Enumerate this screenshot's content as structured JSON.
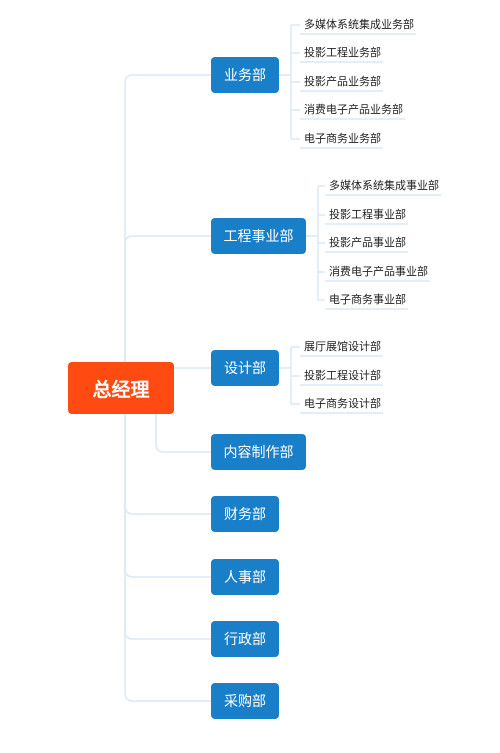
{
  "root": {
    "label": "总经理"
  },
  "departments": [
    {
      "label": "业务部",
      "children": [
        "多媒体系统集成业务部",
        "投影工程业务部",
        "投影产品业务部",
        "消费电子产品业务部",
        "电子商务业务部"
      ]
    },
    {
      "label": "工程事业部",
      "children": [
        "多媒体系统集成事业部",
        "投影工程事业部",
        "投影产品事业部",
        "消费电子产品事业部",
        "电子商务事业部"
      ]
    },
    {
      "label": "设计部",
      "children": [
        "展厅展馆设计部",
        "投影工程设计部",
        "电子商务设计部"
      ]
    },
    {
      "label": "内容制作部",
      "children": []
    },
    {
      "label": "财务部",
      "children": []
    },
    {
      "label": "人事部",
      "children": []
    },
    {
      "label": "行政部",
      "children": []
    },
    {
      "label": "采购部",
      "children": []
    }
  ],
  "colors": {
    "root": "#ff4a12",
    "department": "#1a7fc9",
    "connector": "#dce9f7"
  }
}
